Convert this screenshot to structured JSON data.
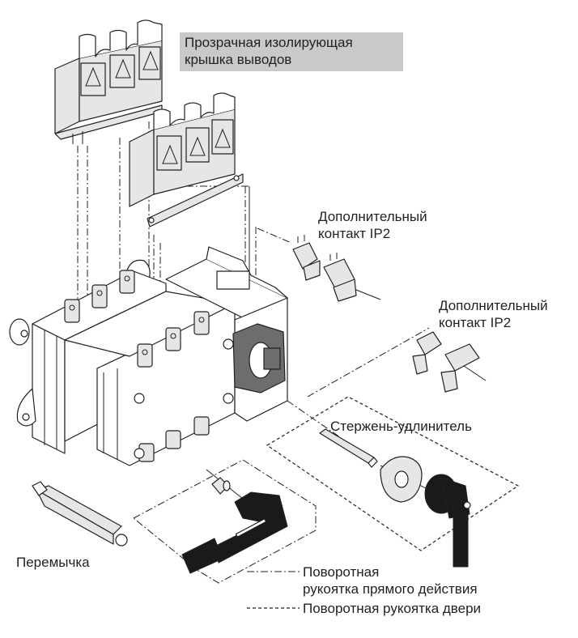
{
  "labels": {
    "terminal_cover": [
      "Прозрачная изолирующая",
      "крышка выводов"
    ],
    "aux_contact_1": [
      "Дополнительный",
      "контакт IP2"
    ],
    "aux_contact_2": [
      "Дополнительный",
      "контакт IP2"
    ],
    "extension_shaft": "Стержень-удлинитель",
    "jumper": "Перемычка"
  },
  "legend": [
    {
      "line_style": "dash-dot",
      "text": [
        "Поворотная",
        "рукоятка прямого действия"
      ]
    },
    {
      "line_style": "dotted",
      "text": [
        "Поворотная рукоятка двери"
      ]
    }
  ],
  "colors": {
    "label_highlight": "#c9c9c9",
    "line": "#231f20",
    "part_fill": "#e6e6e6",
    "handle_fill": "#1a1a1a",
    "lock_fill": "#6d6d6d"
  }
}
